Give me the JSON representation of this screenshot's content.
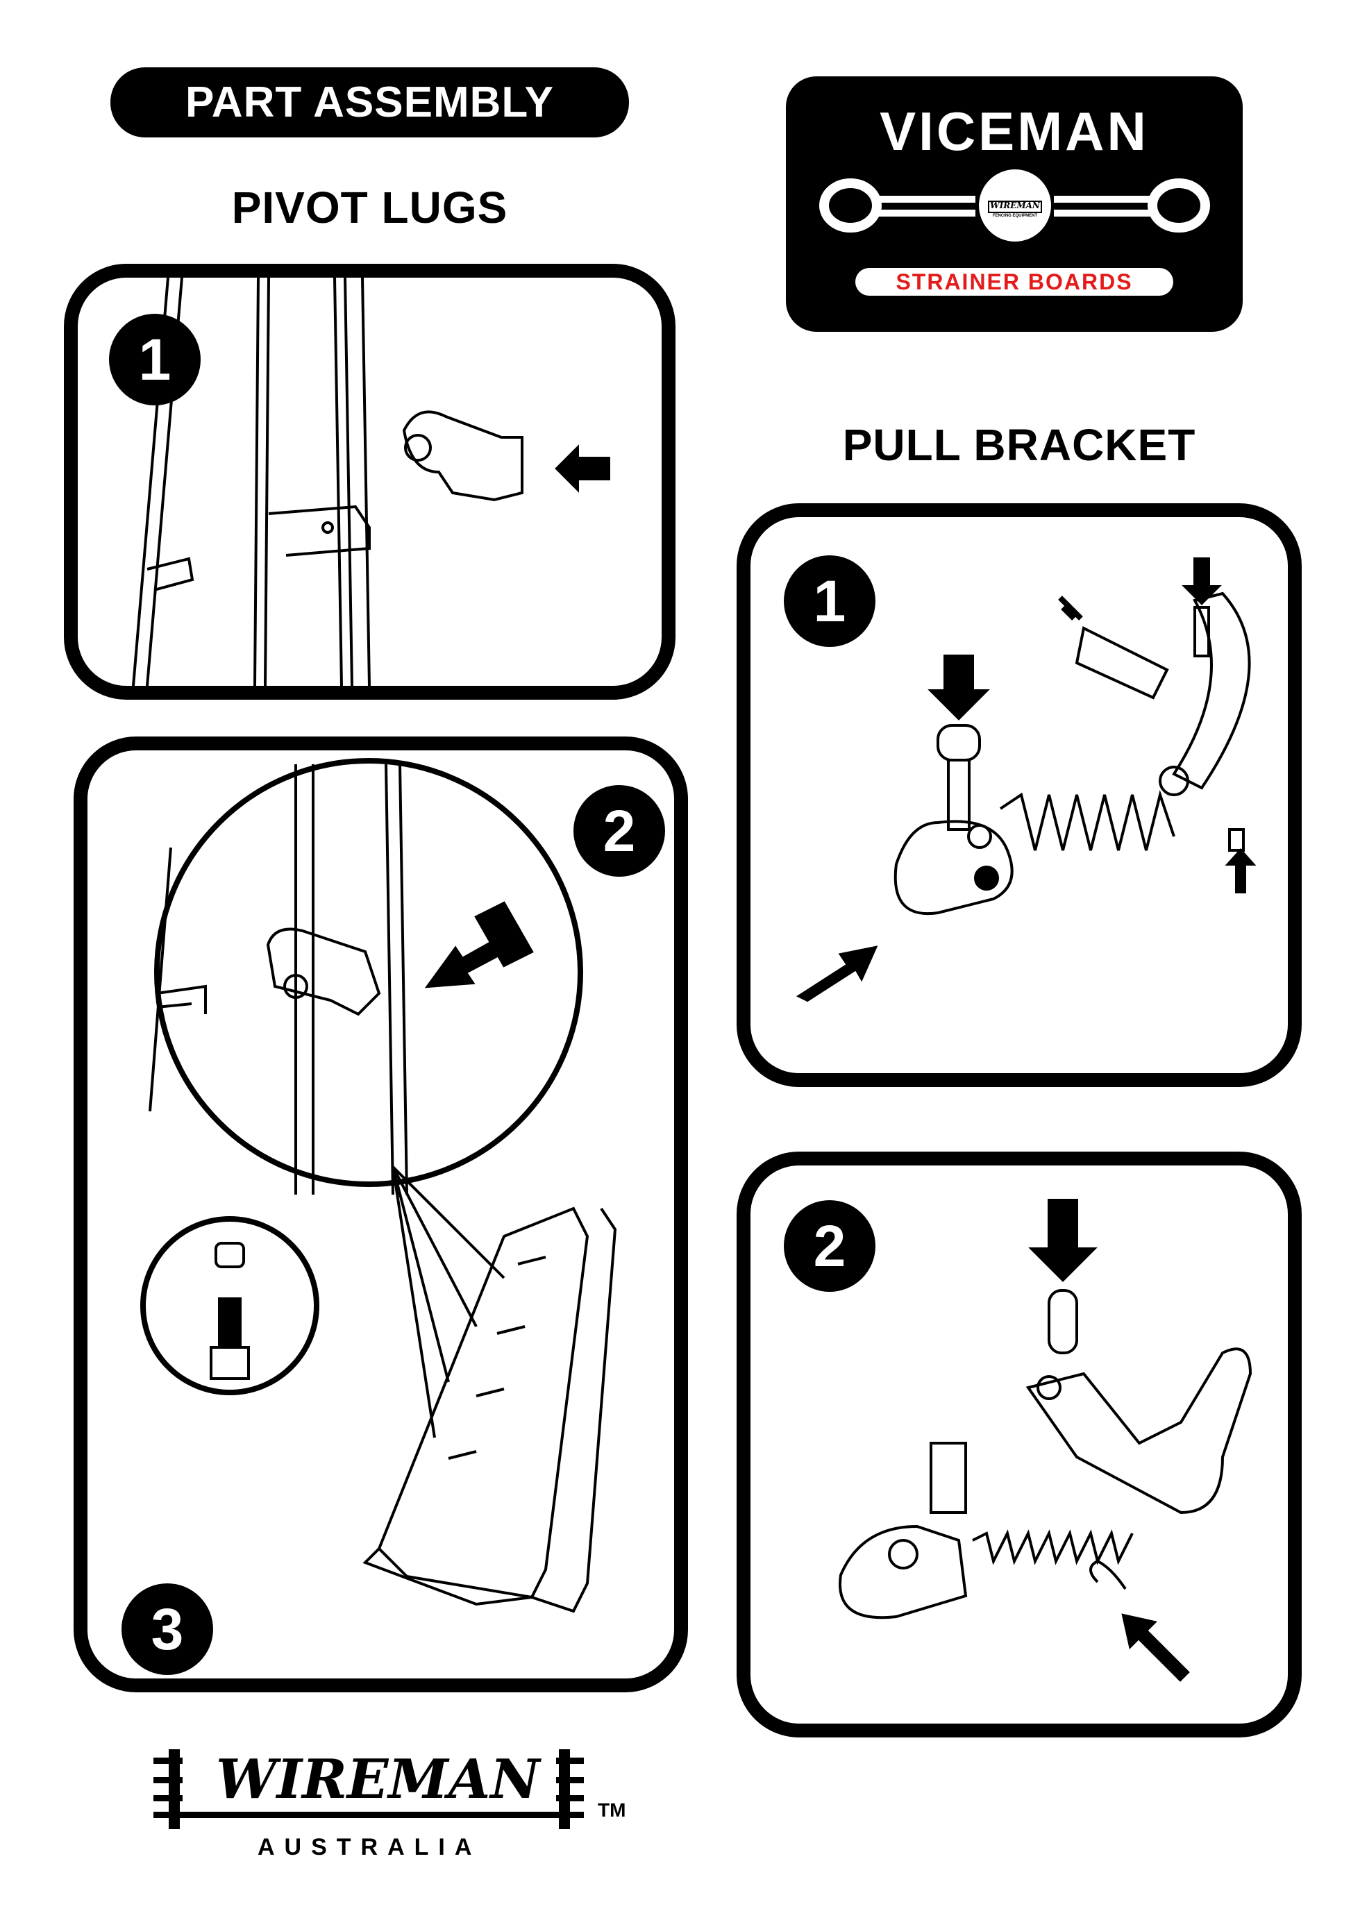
{
  "header": {
    "title": "PART ASSEMBLY"
  },
  "sections": {
    "pivot_lugs": {
      "title": "PIVOT LUGS",
      "steps": [
        "1",
        "2",
        "3"
      ]
    },
    "pull_bracket": {
      "title": "PULL BRACKET",
      "steps": [
        "1",
        "2"
      ]
    }
  },
  "brand_logo": {
    "title": "VICEMAN",
    "subtitle": "STRAINER BOARDS",
    "badge_text": "WIREMAN",
    "badge_sub": "FENCING EQUIPMENT",
    "accent_color": "#e31b1b"
  },
  "footer_logo": {
    "name": "WIREMAN",
    "trademark": "TM",
    "country": "AUSTRALIA"
  }
}
